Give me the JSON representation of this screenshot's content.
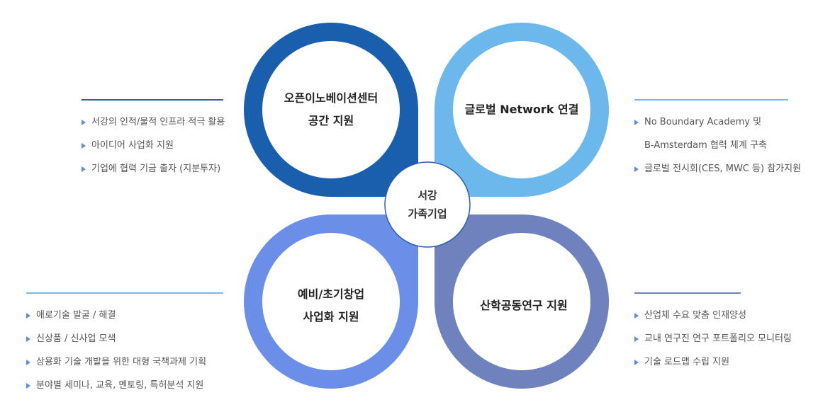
{
  "colors": {
    "petal_top_left": "#1a5fad",
    "petal_top_right": "#6cb8ec",
    "petal_bottom_left": "#6b8ee8",
    "petal_bottom_right": "#6f82be",
    "rule_dark": "#2b5fae",
    "rule_light": "#7fb7e8",
    "bullet": "#5b8fd6"
  },
  "center": {
    "line1": "서강",
    "line2": "가족기업"
  },
  "petals": {
    "top_left": {
      "line1": "오픈이노베이션센터",
      "line2": "공간 지원"
    },
    "top_right": {
      "line1": "글로벌 Network 연결"
    },
    "bottom_left": {
      "line1": "예비/초기창업",
      "line2": "사업화 지원"
    },
    "bottom_right": {
      "line1": "산학공동연구 지원"
    }
  },
  "panels": {
    "top_left": {
      "items": [
        "서강의 인적/물적 인프라 적극 활용",
        "아이디어 사업화 지원",
        "기업에 협력 기금 출자 (지분투자)"
      ]
    },
    "top_right": {
      "items": [
        [
          "No Boundary Academy 및",
          "B-Amsterdam  협력 체계 구축"
        ],
        [
          "글로벌 전시회(CES, MWC 등) 참가지원"
        ]
      ]
    },
    "bottom_left": {
      "items": [
        "애로기술 발굴 / 해결",
        "신상품 / 신사업 모색",
        "상용화 기술 개발을 위한 대형 국책과제 기획",
        "분야별 세미나, 교육, 멘토링, 특허분석 지원"
      ]
    },
    "bottom_right": {
      "items": [
        "산업체 수요 맞춤 인재양성",
        "교내 연구진 연구 포트폴리오 모니터링",
        "기술 로드맵 수립 지원"
      ]
    }
  }
}
